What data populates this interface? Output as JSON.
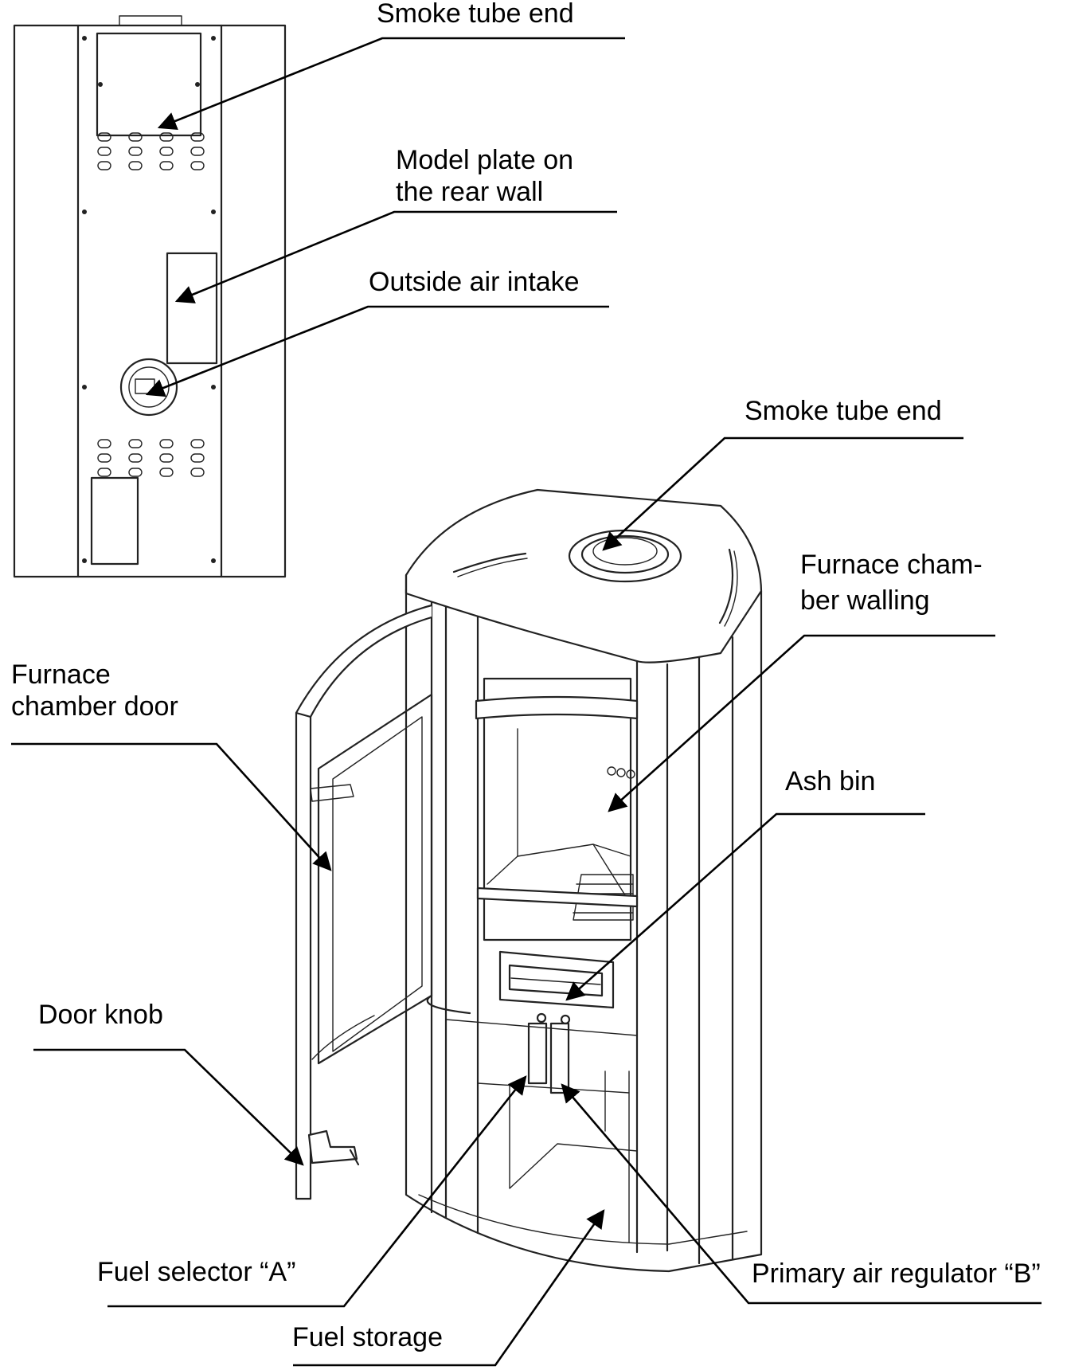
{
  "labels": {
    "rear_smoke_tube_end": "Smoke tube end",
    "model_plate_line1": "Model plate on",
    "model_plate_line2": "the rear wall",
    "outside_air_intake": "Outside air intake",
    "front_smoke_tube_end": "Smoke tube end",
    "furnace_walling_line1": "Furnace cham-",
    "furnace_walling_line2": "ber walling",
    "furnace_door_line1": "Furnace",
    "furnace_door_line2": "chamber door",
    "ash_bin": "Ash bin",
    "door_knob": "Door knob",
    "fuel_selector": "Fuel selector “A”",
    "primary_air_regulator": "Primary air regulator “B”",
    "fuel_storage": "Fuel storage"
  },
  "colors": {
    "line": "#000000",
    "drawing": "#222222",
    "background": "#ffffff"
  }
}
